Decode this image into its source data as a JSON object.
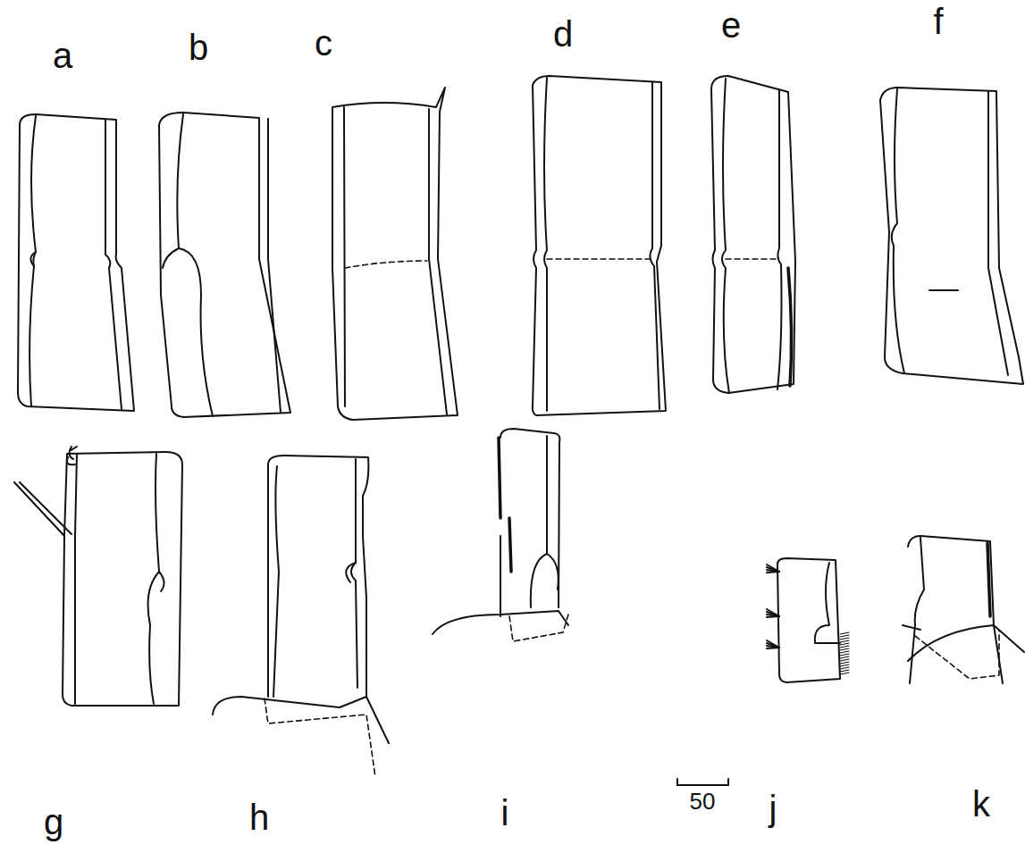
{
  "diagram": {
    "labels": [
      "a",
      "b",
      "c",
      "d",
      "e",
      "f",
      "g",
      "h",
      "i",
      "50",
      "j",
      "k"
    ]
  }
}
